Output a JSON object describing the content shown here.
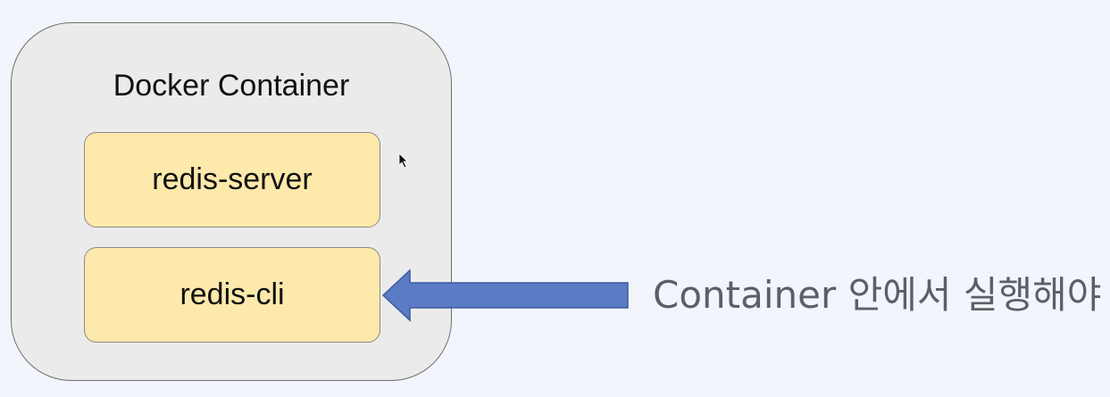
{
  "diagram": {
    "container_label": "Docker Container",
    "processes": [
      {
        "label": "redis-server"
      },
      {
        "label": "redis-cli"
      }
    ],
    "note": "Container 안에서 실행해야"
  },
  "colors": {
    "background": "#f3f5fd",
    "container_fill": "#ebebeb",
    "process_fill": "#fde9ab",
    "arrow_fill": "#5b7bc4",
    "arrow_stroke": "#3a5aa0",
    "note_text": "#5c6066"
  },
  "icons": {
    "cursor": "mouse-pointer-icon"
  }
}
